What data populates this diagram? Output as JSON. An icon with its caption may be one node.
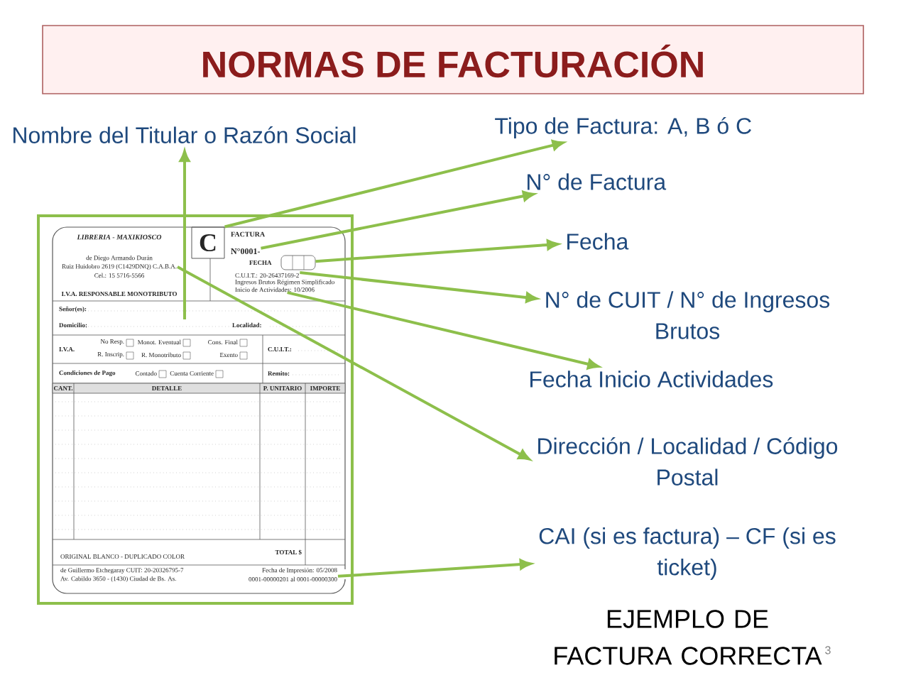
{
  "diagram": {
    "title": "NORMAS DE FACTURACIÓN",
    "caption": "EJEMPLO DE FACTURA CORRECTA",
    "nodes": [
      {
        "text": [
          "Nombre del Titular o Razón Social"
        ]
      },
      {
        "text": [
          "Tipo de Factura: A, B ó C"
        ]
      },
      {
        "text": [
          "N° de Factura"
        ]
      },
      {
        "text": [
          "Fecha"
        ]
      },
      {
        "text": [
          "N° de CUIT / N° de Ingresos Brutos"
        ]
      },
      {
        "text": [
          "Fecha Inicio Actividades"
        ]
      },
      {
        "text": [
          "Dirección / Localidad / Código Postal"
        ]
      },
      {
        "text": [
          "CAI (si es factura) – CF (si es ticket)"
        ]
      },
      {
        "text": [
          "C.U.I.T.: 20-26437169-2"
        ]
      },
      {
        "text": [
          "Inicio de Actividades: 10/2006"
        ]
      },
      {
        "text": [
          "0001-00000201 al 0001-00000300"
        ]
      },
      {
        "text": [
          "C"
        ]
      },
      {
        "text": [
          "N°0001-"
        ]
      },
      {
        "text": [],
        "shape": "box"
      },
      {
        "text": [
          "Ruiz Huidobro 2619 (C1429DNQ) C.A.B.A."
        ]
      }
    ],
    "edges": [
      {
        "from": null,
        "to": 0,
        "arrow": "to"
      },
      {
        "from": 11,
        "to": 1,
        "arrow": "to"
      },
      {
        "from": 12,
        "to": 2,
        "arrow": "to"
      },
      {
        "from": 13,
        "to": 3,
        "arrow": "to"
      },
      {
        "from": 8,
        "to": 4,
        "arrow": "to"
      },
      {
        "from": 9,
        "to": 5,
        "arrow": "to"
      },
      {
        "from": 14,
        "to": 6,
        "arrow": "to"
      },
      {
        "from": 10,
        "to": 7,
        "arrow": "to"
      }
    ],
    "labels": [
      "LIBRERIA - MAXIKIOSCO",
      "de Diego Armando Durán",
      "Cel.: 15 5716-5566",
      "I.V.A. RESPONSABLE MONOTRIBUTO",
      "FACTURA",
      "FECHA",
      "Ingresos Brutos Régimen Simplificado",
      "Señor(es):",
      "Domicilio:",
      "Localidad:",
      "I.V.A.",
      "No Resp.",
      "Monot. Eventual",
      "Cons. Final",
      "R. Inscrip.",
      "R. Monotributo",
      "Exento",
      "C.U.I.T.:",
      "Condiciones de Pago",
      "Contado",
      "Cuenta Corriente",
      "Remito:",
      "CANT.",
      "DETALLE",
      "P. UNITARIO",
      "IMPORTE",
      "TOTAL $",
      "ORIGINAL BLANCO - DUPLICADO COLOR",
      "de Guillermo Etchegaray CUIT: 20-20326795-7",
      "Av. Cabildo 3650 - (1430) Ciudad de Bs. As.",
      "Fecha de Impresión: 05/2008",
      "3"
    ]
  }
}
